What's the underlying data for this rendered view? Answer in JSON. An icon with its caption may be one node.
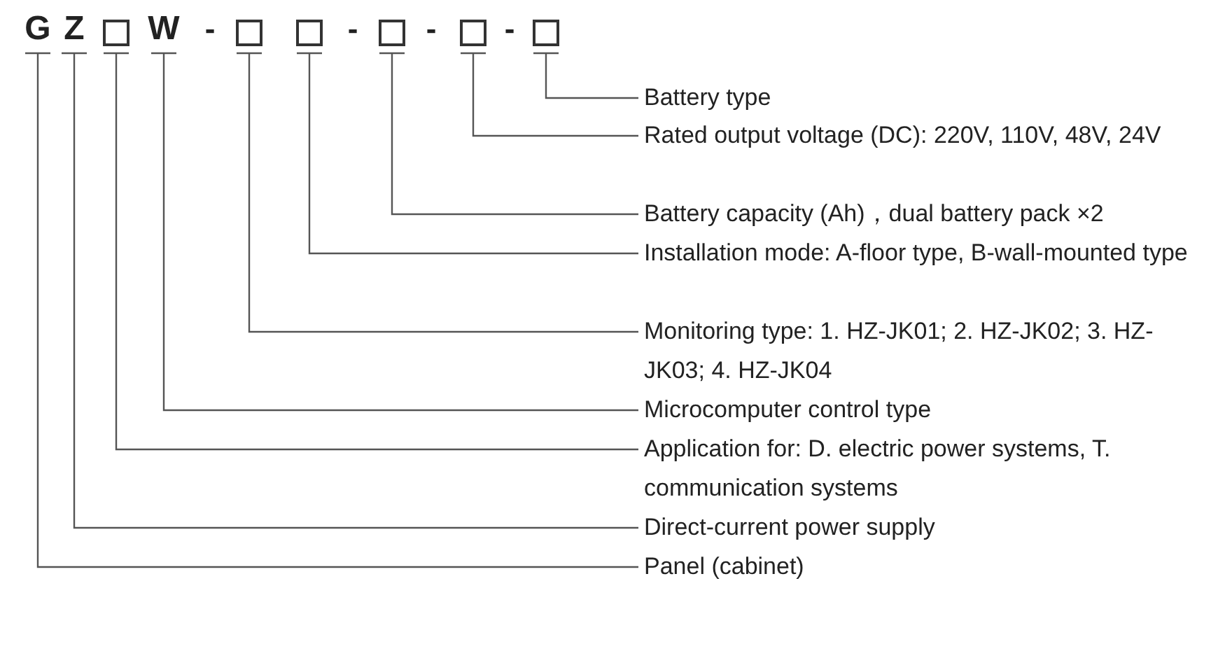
{
  "diagram": {
    "nodes": [
      {
        "text": [
          "G"
        ]
      },
      {
        "text": [
          "Z"
        ]
      },
      {
        "text": [],
        "shape": "box"
      },
      {
        "text": [
          "W"
        ]
      },
      {
        "text": [],
        "shape": "box"
      },
      {
        "text": [],
        "shape": "box"
      },
      {
        "text": [],
        "shape": "box"
      },
      {
        "text": [],
        "shape": "box"
      },
      {
        "text": [],
        "shape": "box"
      },
      {
        "text": [
          "Battery type"
        ]
      },
      {
        "text": [
          "Rated output voltage (DC): 220V, 110V, 48V, 24V"
        ]
      },
      {
        "text": [
          "Battery capacity (Ah)，dual battery pack ×2"
        ]
      },
      {
        "text": [
          "Installation mode: A-floor type, B-wall-mounted type"
        ]
      },
      {
        "text": [
          "Monitoring type: 1. HZ-JK01; 2. HZ-JK02; 3. HZ-JK03; 4. HZ-JK04"
        ]
      },
      {
        "text": [
          "Microcomputer control type"
        ]
      },
      {
        "text": [
          "Application for: D. electric power systems, T. communication systems"
        ]
      },
      {
        "text": [
          "Direct-current power supply"
        ]
      },
      {
        "text": [
          "Panel (cabinet)"
        ]
      }
    ],
    "edges": [
      {
        "from": 8,
        "to": 9,
        "arrow": "none"
      },
      {
        "from": 7,
        "to": 10,
        "arrow": "none"
      },
      {
        "from": 6,
        "to": 11,
        "arrow": "none"
      },
      {
        "from": 5,
        "to": 12,
        "arrow": "none"
      },
      {
        "from": 4,
        "to": 13,
        "arrow": "none"
      },
      {
        "from": 3,
        "to": 14,
        "arrow": "none"
      },
      {
        "from": 2,
        "to": 15,
        "arrow": "none"
      },
      {
        "from": 1,
        "to": 16,
        "arrow": "none"
      },
      {
        "from": 0,
        "to": 17,
        "arrow": "none"
      }
    ],
    "labels": [
      "-",
      "-",
      "-",
      "-"
    ]
  }
}
